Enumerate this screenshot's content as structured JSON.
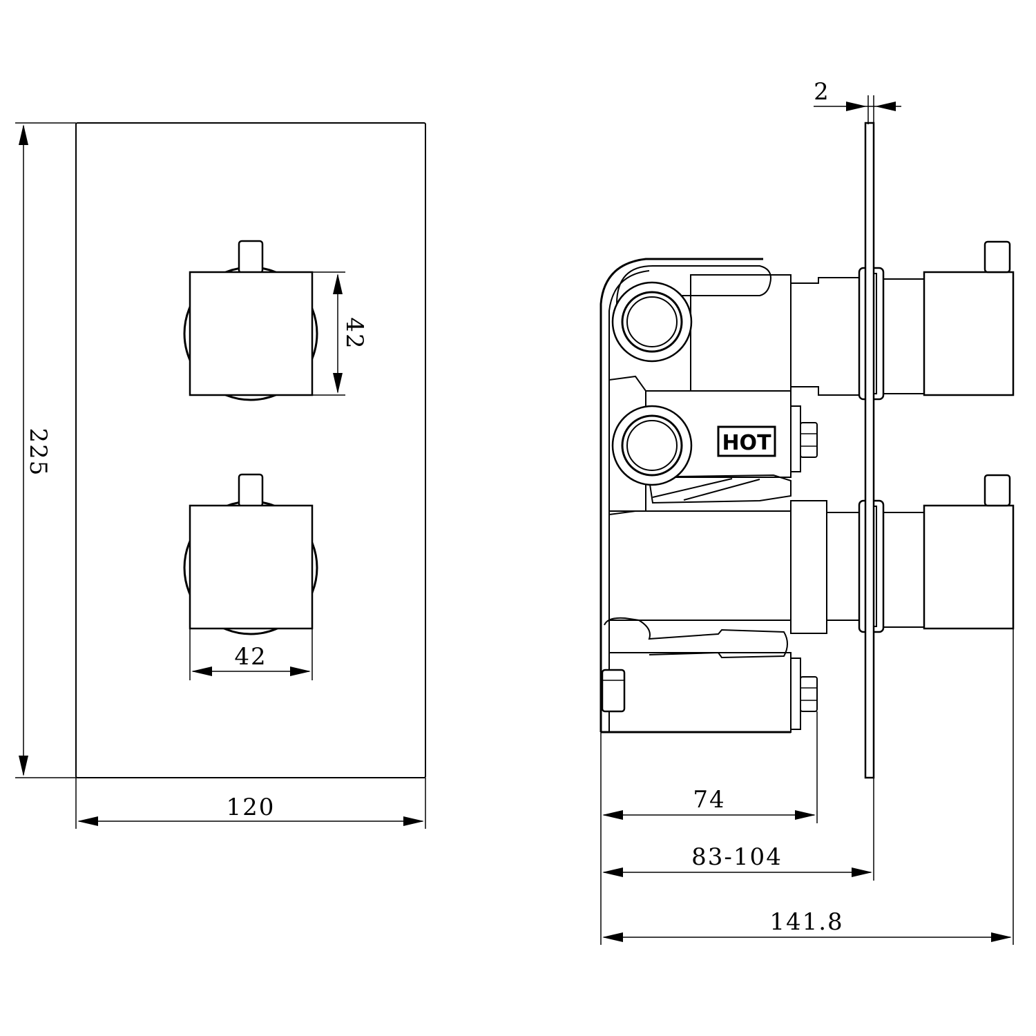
{
  "front_view": {
    "dim_height": "225",
    "dim_width": "120",
    "dim_handle_height": "42",
    "dim_handle_width": "42"
  },
  "side_view": {
    "dim_plate_thickness": "2",
    "dim_body_depth": "74",
    "dim_adjustable_depth": "83-104",
    "dim_total_depth": "141.8",
    "inlet_label": "HOT"
  }
}
